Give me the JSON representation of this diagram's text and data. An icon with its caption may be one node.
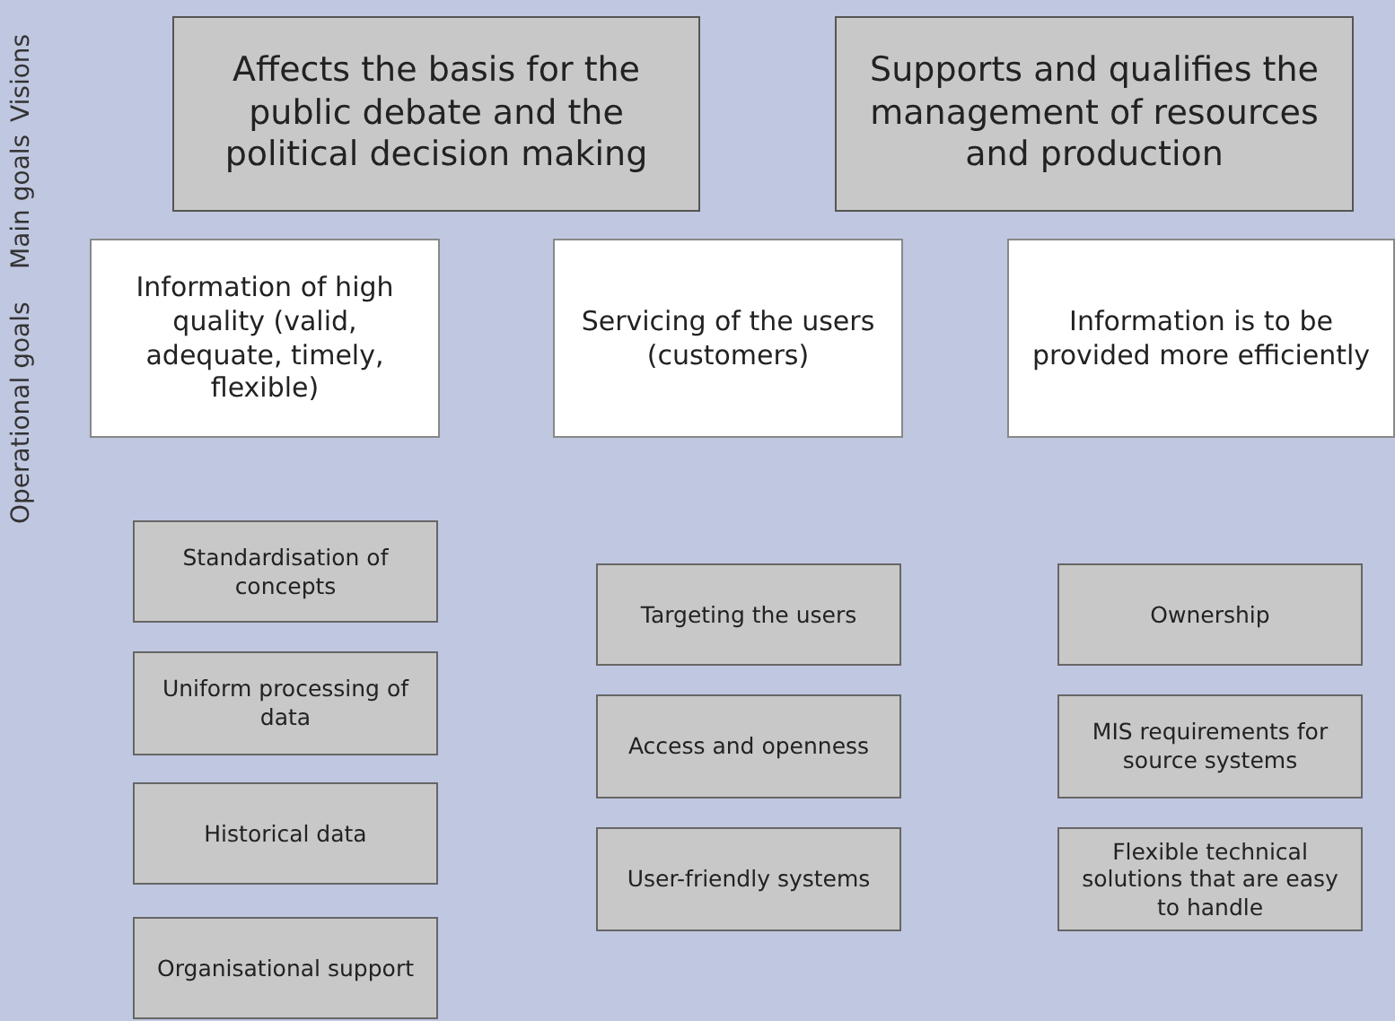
{
  "diagram": {
    "nodes": [
      {
        "text": [
          "Affects the basis for the public debate and the political decision making"
        ]
      },
      {
        "text": [
          "Supports and qualifies the management of resources and production"
        ]
      },
      {
        "text": [
          "Information of high quality (valid, adequate, timely, flexible)"
        ]
      },
      {
        "text": [
          "Servicing of the users (customers)"
        ]
      },
      {
        "text": [
          "Information is to be provided more efficiently"
        ]
      },
      {
        "text": [
          "Standardisation of concepts"
        ]
      },
      {
        "text": [
          "Uniform processing of data"
        ]
      },
      {
        "text": [
          "Historical data"
        ]
      },
      {
        "text": [
          "Organisational support"
        ]
      },
      {
        "text": [
          "Targeting the users"
        ]
      },
      {
        "text": [
          "Access and openness"
        ]
      },
      {
        "text": [
          "User-friendly systems"
        ]
      },
      {
        "text": [
          "Ownership"
        ]
      },
      {
        "text": [
          "MIS requirements for source systems"
        ]
      },
      {
        "text": [
          "Flexible technical solutions that are easy to handle"
        ]
      }
    ],
    "edges": [],
    "labels": [
      "Visions",
      "Main goals",
      "Operational goals"
    ]
  }
}
